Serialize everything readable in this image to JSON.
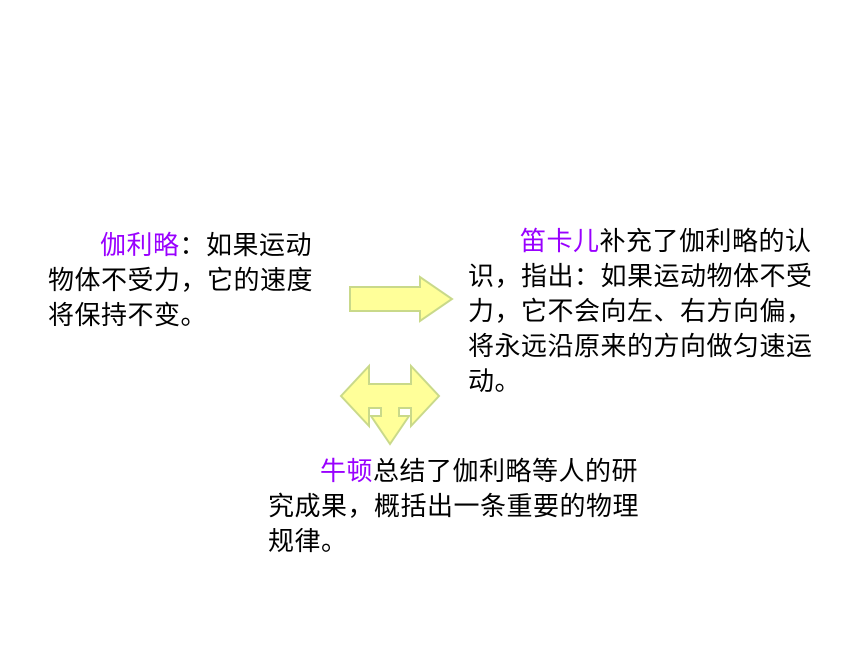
{
  "galileo": {
    "name": "伽利略",
    "text": "：如果运动物体不受力，它的速度将保持不变。"
  },
  "descartes": {
    "name": "笛卡儿",
    "text": "补充了伽利略的认识，指出：如果运动物体不受力，它不会向左、右方向偏，将永远沿原来的方向做匀速运动。"
  },
  "newton": {
    "name": "牛顿",
    "text": "总结了伽利略等人的研究成果，概括出一条重要的物理规律。"
  },
  "colors": {
    "highlight": "#9900ff",
    "arrow_fill": "#ffff99",
    "arrow_stroke": "#c9d98a"
  },
  "icons": [
    "right-arrow-icon",
    "t-junction-arrow-icon"
  ]
}
